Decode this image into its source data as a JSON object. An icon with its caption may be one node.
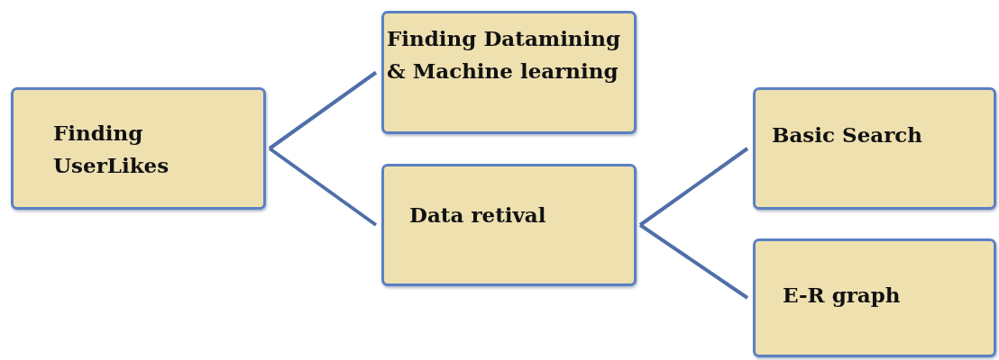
{
  "diagram": {
    "nodes": [
      {
        "text": [
          "Finding UserLikes"
        ]
      },
      {
        "text": [
          "Finding Datamining & Machine learning"
        ]
      },
      {
        "text": [
          "Data retival"
        ]
      },
      {
        "text": [
          "Basic Search"
        ]
      },
      {
        "text": [
          "E-R graph"
        ]
      }
    ],
    "edges": [
      {
        "from": 0,
        "to": 1,
        "arrow": "none"
      },
      {
        "from": 0,
        "to": 2,
        "arrow": "none"
      },
      {
        "from": 2,
        "to": 3,
        "arrow": "none"
      },
      {
        "from": 2,
        "to": 4,
        "arrow": "none"
      }
    ]
  }
}
